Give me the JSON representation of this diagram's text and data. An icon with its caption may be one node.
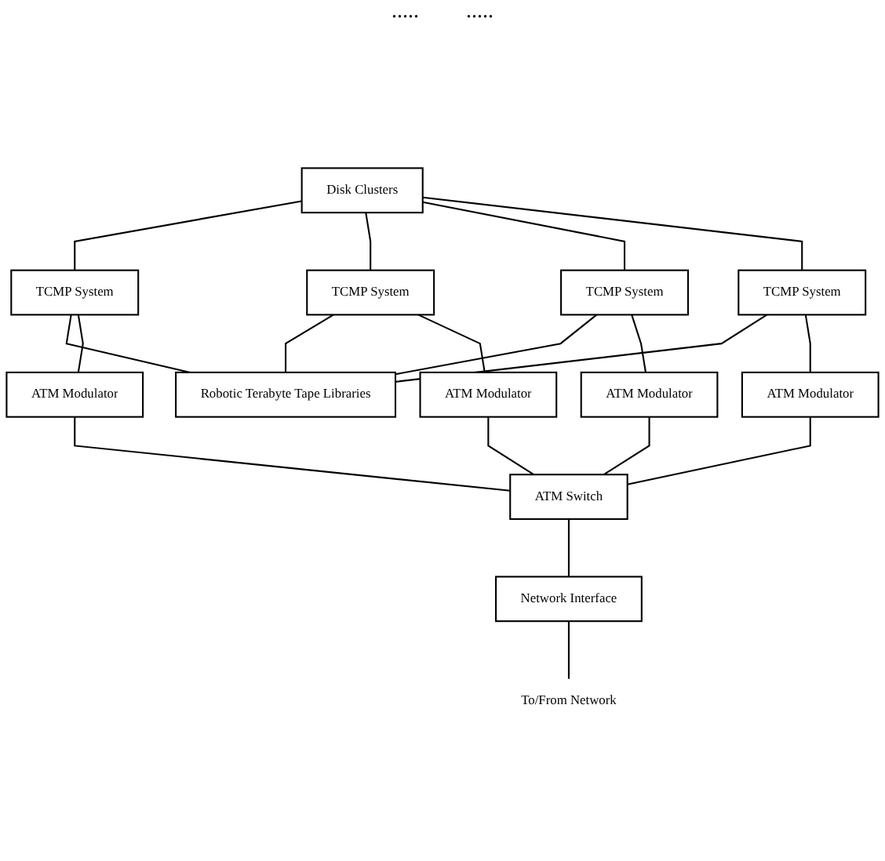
{
  "diagram": {
    "nodes": [
      {
        "text": [
          "Disk Clusters"
        ]
      },
      {
        "text": [
          "Robotic Terabyte Tape Libraries"
        ]
      },
      {
        "text": [
          "TCMP System"
        ]
      },
      {
        "text": [
          "TCMP System"
        ]
      },
      {
        "text": [
          "TCMP System"
        ]
      },
      {
        "text": [
          "TCMP System"
        ]
      },
      {
        "text": [
          "ATM Modulator"
        ]
      },
      {
        "text": [
          "ATM Modulator"
        ]
      },
      {
        "text": [
          "ATM Modulator"
        ]
      },
      {
        "text": [
          "ATM Modulator"
        ]
      },
      {
        "text": [
          "ATM Switch"
        ]
      },
      {
        "text": [
          "Network Interface"
        ]
      },
      {
        "text": [
          "To/From Network"
        ]
      }
    ],
    "edges": [
      {
        "from": 0,
        "to": 2,
        "arrow": "none"
      },
      {
        "from": 0,
        "to": 3,
        "arrow": "none"
      },
      {
        "from": 0,
        "to": 4,
        "arrow": "none"
      },
      {
        "from": 0,
        "to": 5,
        "arrow": "none"
      },
      {
        "from": 2,
        "to": 1,
        "arrow": "none"
      },
      {
        "from": 3,
        "to": 1,
        "arrow": "none"
      },
      {
        "from": 4,
        "to": 1,
        "arrow": "none"
      },
      {
        "from": 5,
        "to": 1,
        "arrow": "none"
      },
      {
        "from": 2,
        "to": 6,
        "arrow": "none"
      },
      {
        "from": 3,
        "to": 7,
        "arrow": "none"
      },
      {
        "from": 4,
        "to": 8,
        "arrow": "none"
      },
      {
        "from": 5,
        "to": 9,
        "arrow": "none"
      },
      {
        "from": 6,
        "to": 10,
        "arrow": "none"
      },
      {
        "from": 7,
        "to": 10,
        "arrow": "none"
      },
      {
        "from": 8,
        "to": 10,
        "arrow": "none"
      },
      {
        "from": 9,
        "to": 10,
        "arrow": "none"
      },
      {
        "from": 10,
        "to": 11,
        "arrow": "none"
      },
      {
        "from": 11,
        "to": 12,
        "arrow": "none"
      }
    ],
    "labels": [
      ".....",
      "....."
    ]
  }
}
